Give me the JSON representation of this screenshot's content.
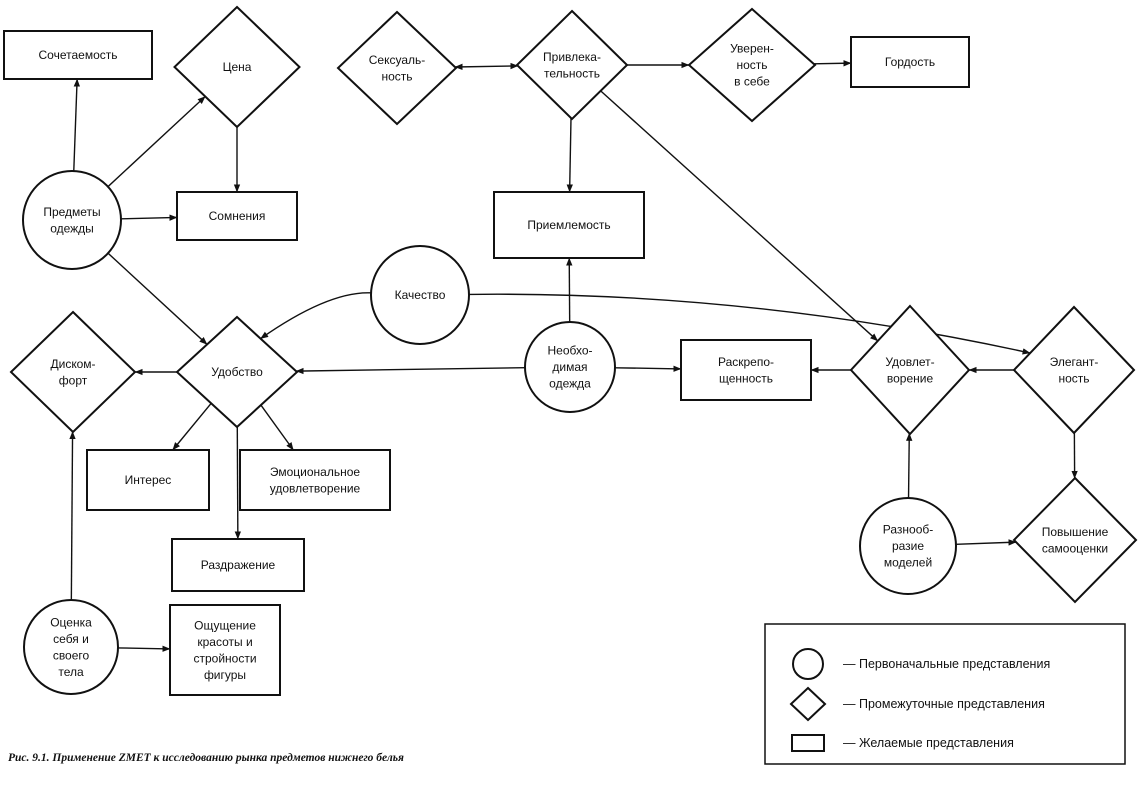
{
  "nodes": [
    {
      "id": "sochetaemost",
      "shape": "rect",
      "lines": [
        "Сочетаемость"
      ]
    },
    {
      "id": "tsena",
      "shape": "diamond",
      "lines": [
        "Цена"
      ]
    },
    {
      "id": "predmety",
      "shape": "circle",
      "lines": [
        "Предметы",
        "одежды"
      ]
    },
    {
      "id": "somneniya",
      "shape": "rect",
      "lines": [
        "Сомнения"
      ]
    },
    {
      "id": "seksualnost",
      "shape": "diamond",
      "lines": [
        "Сексуаль-",
        "ность"
      ]
    },
    {
      "id": "privlekatelnost",
      "shape": "diamond",
      "lines": [
        "Привлека-",
        "тельность"
      ]
    },
    {
      "id": "uverennost",
      "shape": "diamond",
      "lines": [
        "Уверен-",
        "ность",
        "в себе"
      ]
    },
    {
      "id": "gordost",
      "shape": "rect",
      "lines": [
        "Гордость"
      ]
    },
    {
      "id": "priemlemost",
      "shape": "rect",
      "lines": [
        "Приемлемость"
      ]
    },
    {
      "id": "kachestvo",
      "shape": "circle",
      "lines": [
        "Качество"
      ]
    },
    {
      "id": "diskomfort",
      "shape": "diamond",
      "lines": [
        "Дискoм-",
        "форт"
      ]
    },
    {
      "id": "udobstvo",
      "shape": "diamond",
      "lines": [
        "Удобство"
      ]
    },
    {
      "id": "neobkhodimaya",
      "shape": "circle",
      "lines": [
        "Необхо-",
        "димая",
        "одежда"
      ]
    },
    {
      "id": "raskreposhchennost",
      "shape": "rect",
      "lines": [
        "Раскрепо-",
        "щенность"
      ]
    },
    {
      "id": "udovletvorenie",
      "shape": "diamond",
      "lines": [
        "Удовлет-",
        "ворение"
      ]
    },
    {
      "id": "elegantnost",
      "shape": "diamond",
      "lines": [
        "Элегант-",
        "ность"
      ]
    },
    {
      "id": "interes",
      "shape": "rect",
      "lines": [
        "Интерес"
      ]
    },
    {
      "id": "emotsionalnoe",
      "shape": "rect",
      "lines": [
        "Эмоциональное",
        "удовлетворение"
      ]
    },
    {
      "id": "razdrazhenie",
      "shape": "rect",
      "lines": [
        "Раздражение"
      ]
    },
    {
      "id": "raznoobrazie",
      "shape": "circle",
      "lines": [
        "Разнооб-",
        "разие",
        "моделей"
      ]
    },
    {
      "id": "povyshenie",
      "shape": "diamond",
      "lines": [
        "Повышение",
        "самооценки"
      ]
    },
    {
      "id": "otsenka",
      "shape": "circle",
      "lines": [
        "Оценка",
        "себя и",
        "своего",
        "тела"
      ]
    },
    {
      "id": "oshchushchenie",
      "shape": "rect",
      "lines": [
        "Ощущение",
        "красоты и",
        "стройности",
        "фигуры"
      ]
    }
  ],
  "edges": [
    {
      "from": "predmety",
      "to": "sochetaemost"
    },
    {
      "from": "predmety",
      "to": "tsena"
    },
    {
      "from": "predmety",
      "to": "somneniya"
    },
    {
      "from": "tsena",
      "to": "somneniya"
    },
    {
      "from": "predmety",
      "to": "udobstvo"
    },
    {
      "from": "seksualnost",
      "to": "privlekatelnost",
      "both": true
    },
    {
      "from": "privlekatelnost",
      "to": "uverennost"
    },
    {
      "from": "uverennost",
      "to": "gordost"
    },
    {
      "from": "privlekatelnost",
      "to": "priemlemost"
    },
    {
      "from": "privlekatelnost",
      "to": "udovletvorenie"
    },
    {
      "from": "kachestvo",
      "to": "udobstvo",
      "curve": true
    },
    {
      "from": "kachestvo",
      "to": "elegantnost",
      "curve": true
    },
    {
      "from": "neobkhodimaya",
      "to": "priemlemost"
    },
    {
      "from": "neobkhodimaya",
      "to": "udobstvo"
    },
    {
      "from": "neobkhodimaya",
      "to": "raskreposhchennost"
    },
    {
      "from": "udobstvo",
      "to": "diskomfort"
    },
    {
      "from": "udobstvo",
      "to": "interes"
    },
    {
      "from": "udobstvo",
      "to": "emotsionalnoe"
    },
    {
      "from": "udobstvo",
      "to": "razdrazhenie"
    },
    {
      "from": "udovletvorenie",
      "to": "raskreposhchennost"
    },
    {
      "from": "elegantnost",
      "to": "udovletvorenie"
    },
    {
      "from": "elegantnost",
      "to": "povyshenie"
    },
    {
      "from": "raznoobrazie",
      "to": "udovletvorenie"
    },
    {
      "from": "raznoobrazie",
      "to": "povyshenie"
    },
    {
      "from": "otsenka",
      "to": "diskomfort"
    },
    {
      "from": "otsenka",
      "to": "oshchushchenie"
    }
  ],
  "legend": [
    {
      "shape": "circle",
      "label": "— Первоначальные представления"
    },
    {
      "shape": "diamond",
      "label": "— Промежуточные представления"
    },
    {
      "shape": "rect",
      "label": "— Желаемые представления"
    }
  ],
  "caption": "Рис. 9.1. Применение ZMET к исследованию рынка предметов нижнего белья"
}
